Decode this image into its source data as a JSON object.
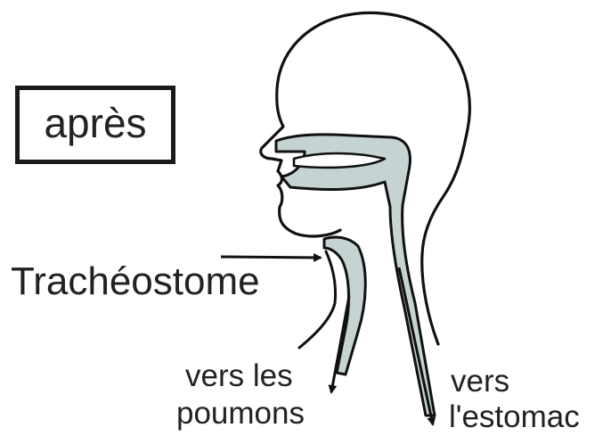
{
  "labels": {
    "state": "après",
    "stoma": "Trachéostome",
    "lungs_line1": "vers les",
    "lungs_line2": "poumons",
    "stomach_line1": "vers",
    "stomach_line2": "l'estomac"
  },
  "colors": {
    "airway_fill": "#c5d3d3",
    "outline": "#111111",
    "text": "#222222"
  }
}
